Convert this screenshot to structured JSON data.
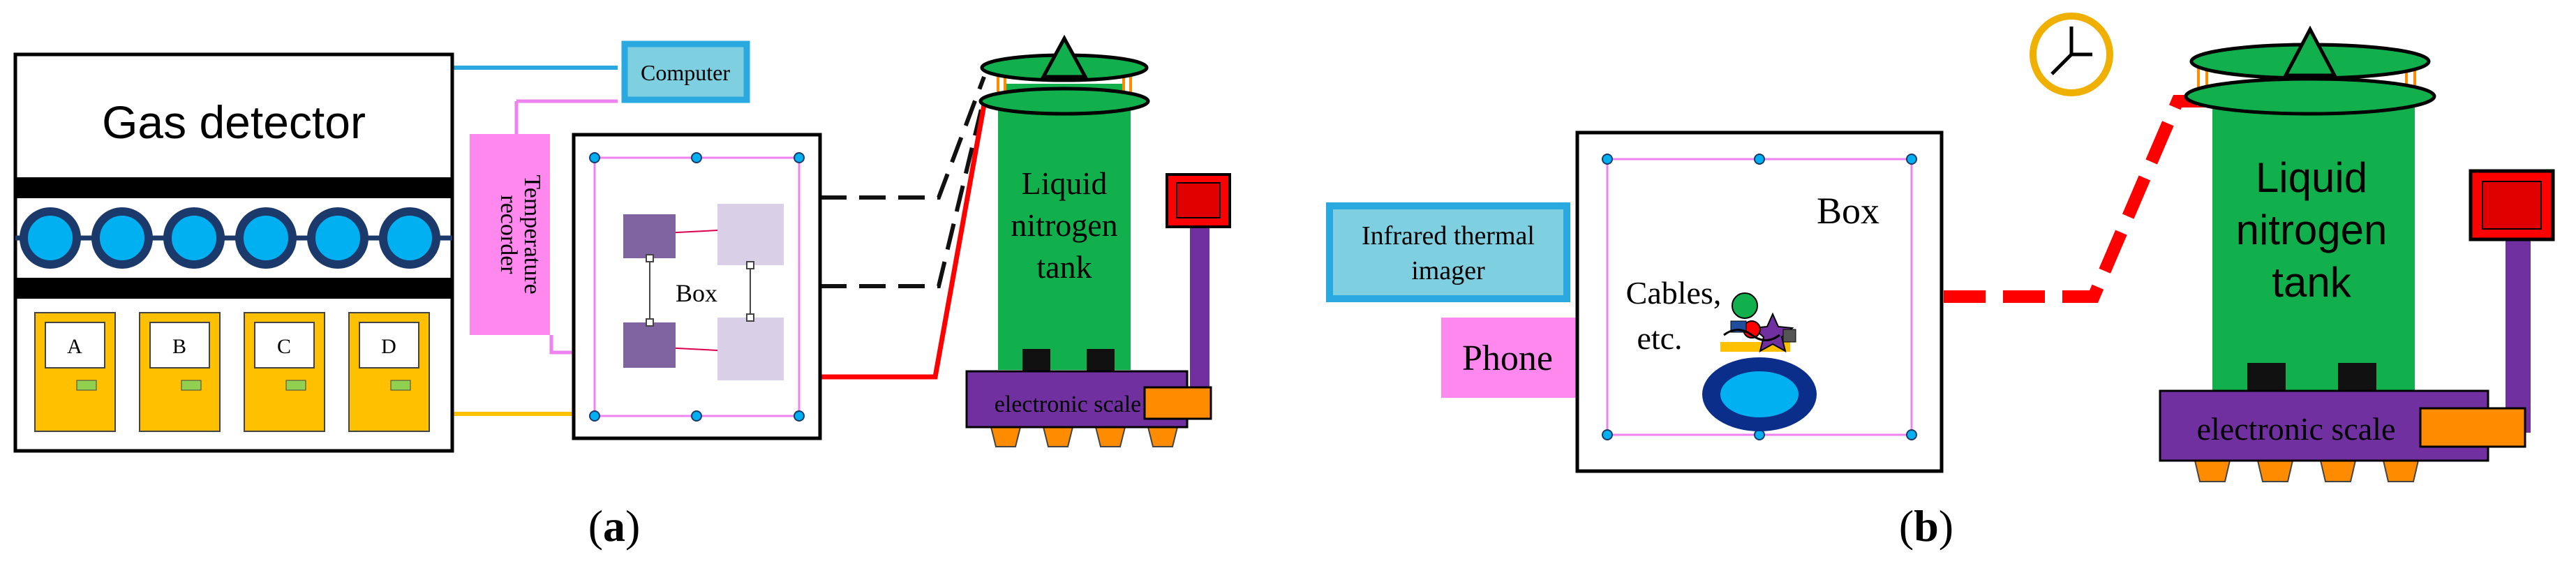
{
  "panel_a": {
    "caption_prefix": "(",
    "caption_letter": "a",
    "caption_suffix": ")",
    "gas_detector": {
      "title": "Gas detector",
      "slots": [
        "A",
        "B",
        "C",
        "D"
      ]
    },
    "computer_label": "Computer",
    "temperature_recorder_label_1": "Temperature",
    "temperature_recorder_label_2": "recorder",
    "box_label": "Box",
    "tank_label_1": "Liquid",
    "tank_label_2": "nitrogen",
    "tank_label_3": "tank",
    "scale_label": "electronic scale"
  },
  "panel_b": {
    "caption_prefix": "(",
    "caption_letter": "b",
    "caption_suffix": ")",
    "infrared_label_1": "Infrared thermal",
    "infrared_label_2": "imager",
    "phone_label": "Phone",
    "box_label": "Box",
    "cables_label_1": "Cables,",
    "cables_label_2": "etc.",
    "tank_label_1": "Liquid",
    "tank_label_2": "nitrogen",
    "tank_label_3": "tank",
    "scale_label": "electronic scale"
  },
  "colors": {
    "cyan_line": "#29a9e0",
    "pink_line": "#ee82ee",
    "yellow": "#ffc000",
    "tank_green": "#12b04c",
    "scale_purple": "#7030a0",
    "red": "#ff0000",
    "orange": "#ff8c00",
    "computer_fill": "#7ecfe0",
    "recorder_fill": "#ff88ee",
    "dark_purple": "#8064a2",
    "light_purple": "#d9cfe6"
  },
  "icons": [
    "clock-icon",
    "star-icon",
    "valve-icon"
  ]
}
